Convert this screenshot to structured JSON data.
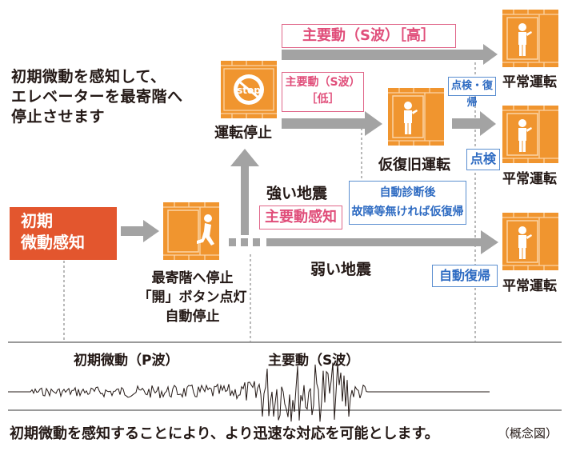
{
  "intro_text": {
    "lines": [
      "初期微動を感知して、",
      "エレベーターを最寄階へ",
      "停止させます"
    ]
  },
  "start_box": {
    "lines": [
      "初期",
      "微動感知"
    ],
    "color": "#e3562e"
  },
  "stages": {
    "nearest_floor": {
      "icon": "elevator-running-person-icon",
      "lines": [
        "最寄階へ停止",
        "「開」ボタン点灯",
        "自動停止"
      ]
    },
    "stop": {
      "icon": "elevator-stop-icon",
      "stop_text": "stop",
      "label": "運転停止"
    },
    "temp_recovery": {
      "icon": "elevator-person-icon",
      "label": "仮復旧運転"
    },
    "normal_top": {
      "icon": "elevator-person-icon",
      "label": "平常運転"
    },
    "normal_middle": {
      "icon": "elevator-person-icon",
      "label": "平常運転"
    },
    "normal_bottom": {
      "icon": "elevator-person-icon",
      "label": "平常運転"
    }
  },
  "labels": {
    "s_wave_high": "主要動（S波）［高］",
    "s_wave_low_line1": "主要動（S波）",
    "s_wave_low_line2": "［低］",
    "inspection_recovery": "点検・復帰",
    "inspection": "点検",
    "strong_quake": "強い地震",
    "main_motion_detected": "主要動感知",
    "auto_diagnosis_line1": "自動診断後",
    "auto_diagnosis_line2": "故障等無ければ仮復帰",
    "weak_quake": "弱い地震",
    "auto_recovery": "自動復帰"
  },
  "waveform": {
    "p_wave_label": "初期微動（P波）",
    "s_wave_label": "主要動（S波）"
  },
  "footer": {
    "text": "初期微動を感知することにより、より迅速な対応を可能とします。",
    "note": "（概念図）"
  },
  "colors": {
    "elevator_orange": "#f0952f",
    "arrow_gray": "#a3a3a3",
    "pink": "#e04e7a",
    "blue": "#2e6bc2",
    "start_red": "#e3562e"
  }
}
